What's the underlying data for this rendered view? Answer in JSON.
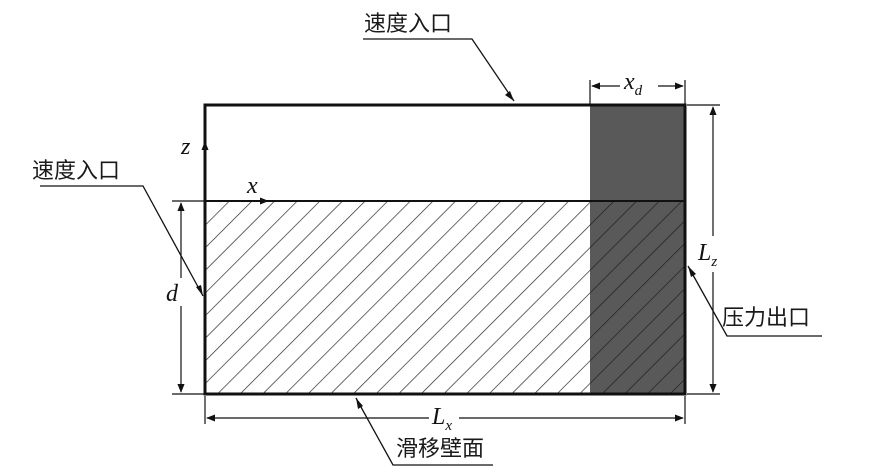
{
  "labels": {
    "velocity_inlet_top": "速度入口",
    "velocity_inlet_left": "速度入口",
    "pressure_outlet": "压力出口",
    "sliding_wall": "滑移壁面"
  },
  "symbols": {
    "z_axis": "z",
    "x_axis": "x",
    "d": "d",
    "xd_main": "x",
    "xd_sub": "d",
    "Lz_main": "L",
    "Lz_sub": "z",
    "Lx_main": "L",
    "Lx_sub": "x"
  },
  "colors": {
    "stroke": "#111111",
    "damping_zone_fill": "#595959",
    "hatch": "#1a1a1a"
  }
}
